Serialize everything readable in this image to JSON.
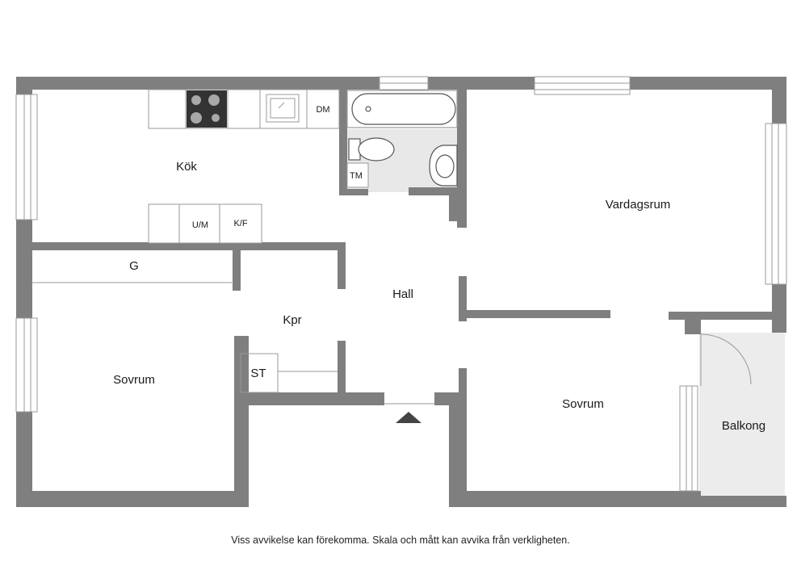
{
  "rooms": {
    "kok": "Kök",
    "vardagsrum": "Vardagsrum",
    "hall": "Hall",
    "kpr": "Kpr",
    "g": "G",
    "sovrum_left": "Sovrum",
    "sovrum_right": "Sovrum",
    "st": "ST",
    "balkong": "Balkong"
  },
  "fixtures": {
    "dm": "DM",
    "um": "U/M",
    "kf": "K/F",
    "tm": "TM"
  },
  "disclaimer": "Viss avvikelse kan förekomma. Skala och mått kan avvika från verkligheten.",
  "colors": {
    "wall": "#7f7f7f",
    "bathroom_floor": "#e8e8e8",
    "balcony_floor": "#ececec",
    "fixture_stroke": "#9a9a9a"
  }
}
